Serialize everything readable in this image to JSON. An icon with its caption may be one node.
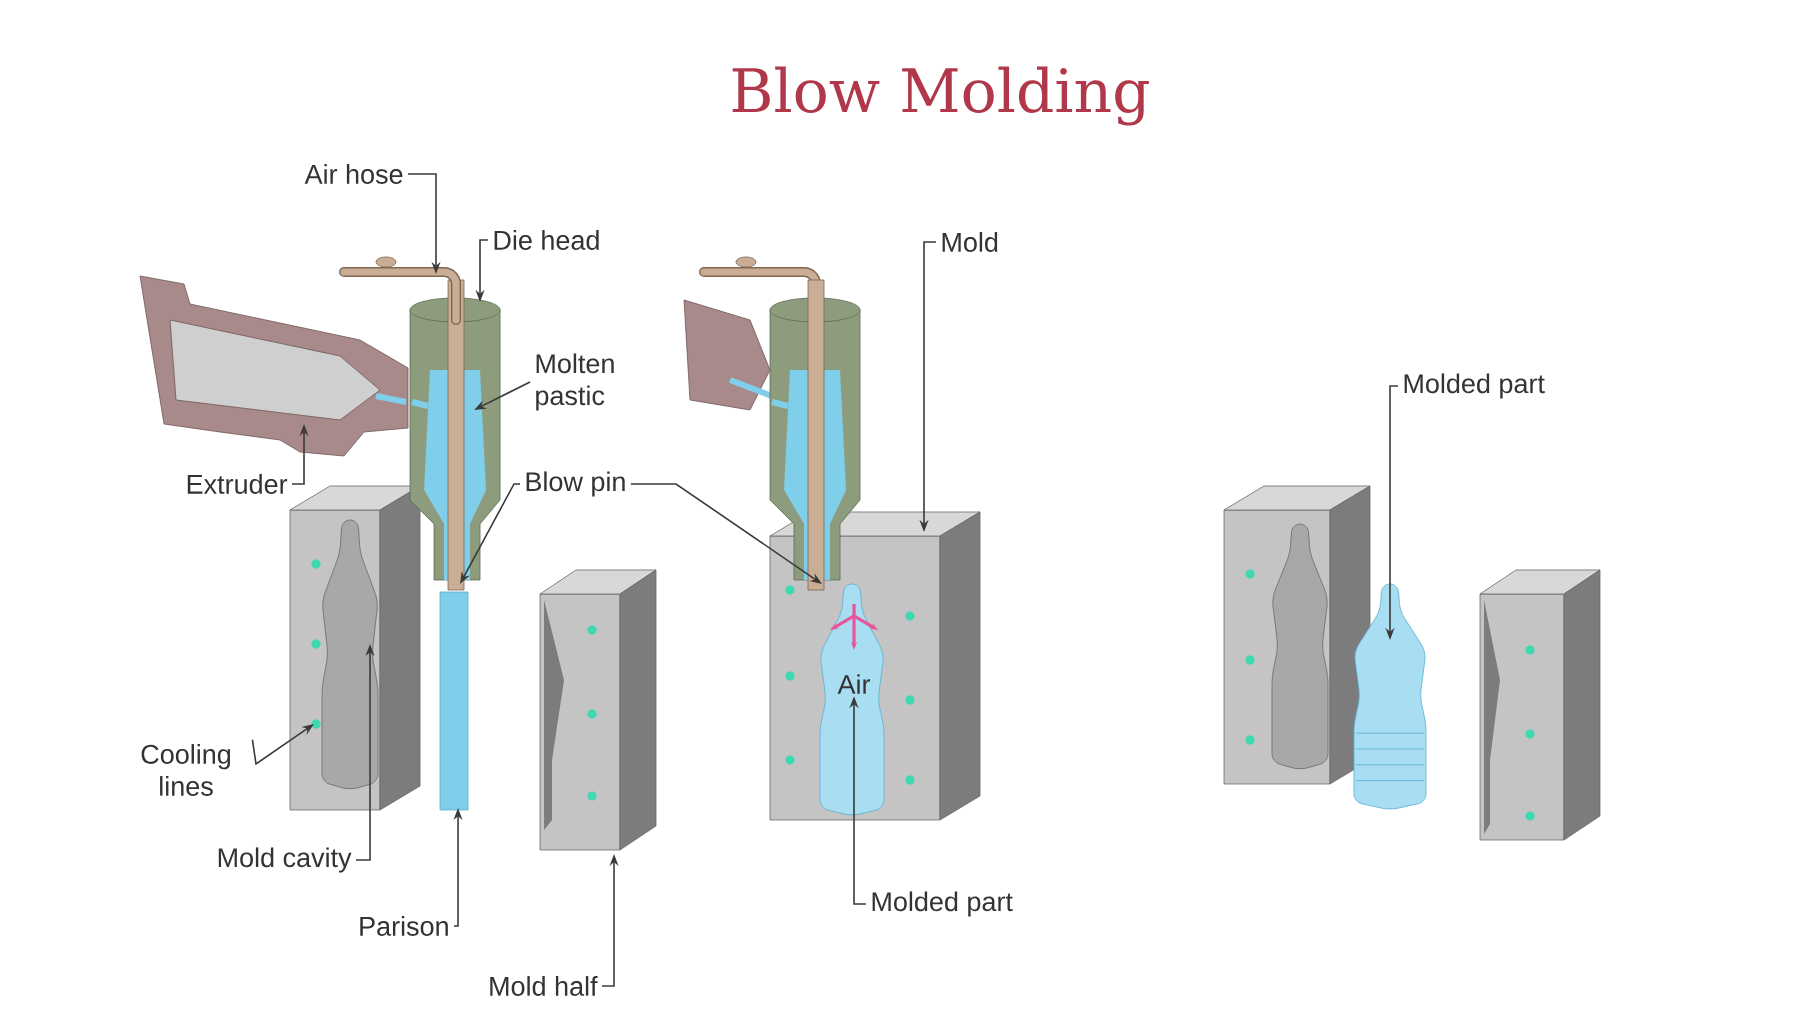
{
  "diagram": {
    "title": "Blow Molding",
    "nodes": [
      {
        "text": [
          "Air hose"
        ]
      },
      {
        "text": [
          "Die head"
        ]
      },
      {
        "text": [
          "Molten pastic"
        ]
      },
      {
        "text": [
          "Extruder"
        ]
      },
      {
        "text": [
          "Blow pin"
        ]
      },
      {
        "text": [
          "Cooling lines"
        ]
      },
      {
        "text": [
          "Mold cavity"
        ]
      },
      {
        "text": [
          "Parison"
        ]
      },
      {
        "text": [
          "Mold half"
        ]
      },
      {
        "text": [
          "Mold"
        ]
      },
      {
        "text": [
          "Molded part"
        ]
      },
      {
        "text": [
          "Molded part"
        ]
      },
      {
        "text": [],
        "shape": "picture"
      },
      {
        "text": [],
        "shape": "picture"
      },
      {
        "text": [],
        "shape": "picture",
        "in": 13
      },
      {
        "text": [],
        "shape": "picture"
      },
      {
        "text": [],
        "shape": "bar"
      },
      {
        "text": [],
        "shape": "bar"
      },
      {
        "text": [],
        "shape": "circle"
      },
      {
        "text": [],
        "shape": "picture"
      },
      {
        "text": [],
        "shape": "bar"
      },
      {
        "text": [],
        "shape": "picture"
      },
      {
        "text": [],
        "shape": "picture"
      },
      {
        "text": [
          "Air"
        ],
        "in": 22
      },
      {
        "text": [],
        "shape": "picture"
      }
    ],
    "edges": [
      {
        "from": 0,
        "to": 12,
        "arrow": "to"
      },
      {
        "from": 1,
        "to": 13,
        "arrow": "to"
      },
      {
        "from": 2,
        "to": 14,
        "arrow": "to"
      },
      {
        "from": 3,
        "to": 15,
        "arrow": "to"
      },
      {
        "from": 4,
        "to": 16,
        "arrow": "to"
      },
      {
        "from": 4,
        "to": 17,
        "arrow": "to"
      },
      {
        "from": 5,
        "to": 18,
        "arrow": "to"
      },
      {
        "from": 6,
        "to": 19,
        "arrow": "to"
      },
      {
        "from": 7,
        "to": 20,
        "arrow": "to"
      },
      {
        "from": 8,
        "to": 21,
        "arrow": "to"
      },
      {
        "from": 9,
        "to": 22,
        "arrow": "to"
      },
      {
        "from": 10,
        "to": 23,
        "arrow": "to"
      },
      {
        "from": 11,
        "to": 24,
        "arrow": "to"
      }
    ]
  }
}
